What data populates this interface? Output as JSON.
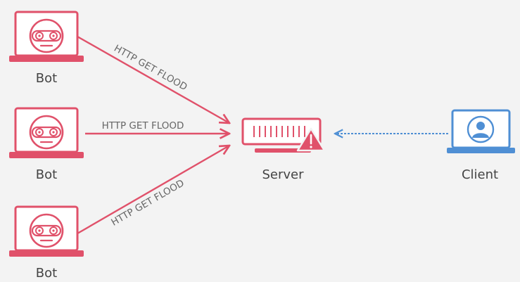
{
  "colors": {
    "attack": "#e0516a",
    "legit": "#4f8fd4",
    "background": "#f3f3f3",
    "text": "#444444"
  },
  "nodes": {
    "bot_top": {
      "label": "Bot",
      "icon": "robot-icon"
    },
    "bot_middle": {
      "label": "Bot",
      "icon": "robot-icon"
    },
    "bot_bottom": {
      "label": "Bot",
      "icon": "robot-icon"
    },
    "server": {
      "label": "Server",
      "icon": "server-warning-icon"
    },
    "client": {
      "label": "Client",
      "icon": "user-icon"
    }
  },
  "edges": {
    "top": {
      "label": "HTTP GET FLOOD"
    },
    "middle": {
      "label": "HTTP GET FLOOD"
    },
    "bottom": {
      "label": "HTTP GET FLOOD"
    }
  }
}
